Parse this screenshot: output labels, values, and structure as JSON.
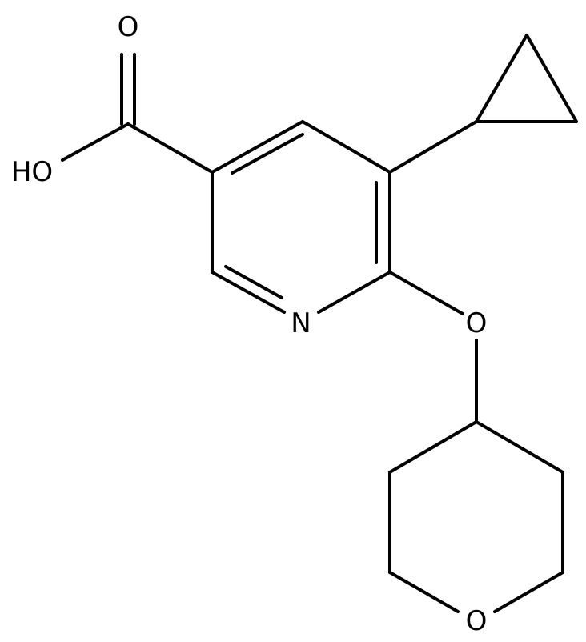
{
  "structure": {
    "atoms": {
      "carbonyl_oxygen": "O",
      "hydroxyl": "HO",
      "ring_nitrogen": "N",
      "ether_oxygen": "O",
      "pyran_oxygen": "O"
    }
  },
  "colors": {
    "bond": "#000000",
    "label": "#000000",
    "background": "#ffffff"
  }
}
